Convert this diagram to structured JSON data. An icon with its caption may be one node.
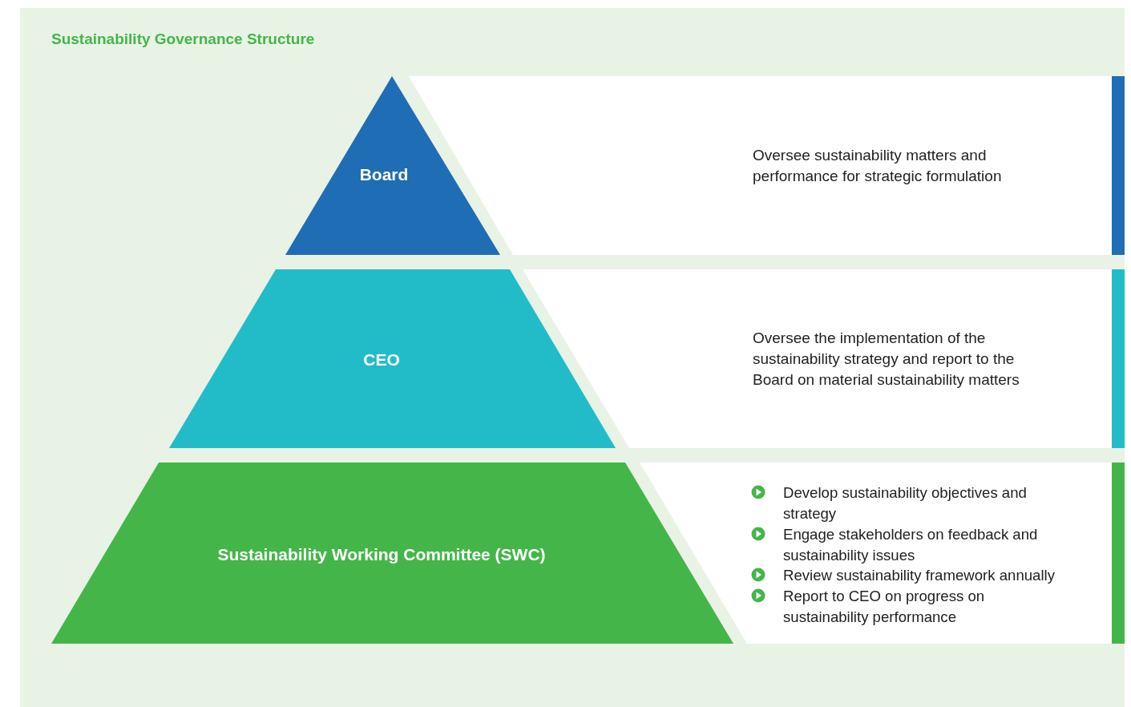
{
  "diagram": {
    "title": "Sustainability Governance Structure",
    "nodes": [
      {
        "text": [
          "Board"
        ]
      },
      {
        "text": [
          "Oversee sustainability matters and performance for strategic formulation"
        ]
      },
      {
        "text": [
          "CEO"
        ]
      },
      {
        "text": [
          "Oversee the implementation of the sustainability strategy and report to the Board on material sustainability matters"
        ]
      },
      {
        "text": [
          "Sustainability Working Committee (SWC)"
        ]
      },
      {
        "text": [
          "Develop sustainability objectives and strategy",
          "Engage stakeholders on feedback and sustainability issues",
          "Review sustainability framework annually",
          "Report to CEO on progress on sustainability performance"
        ]
      }
    ],
    "edges": []
  }
}
